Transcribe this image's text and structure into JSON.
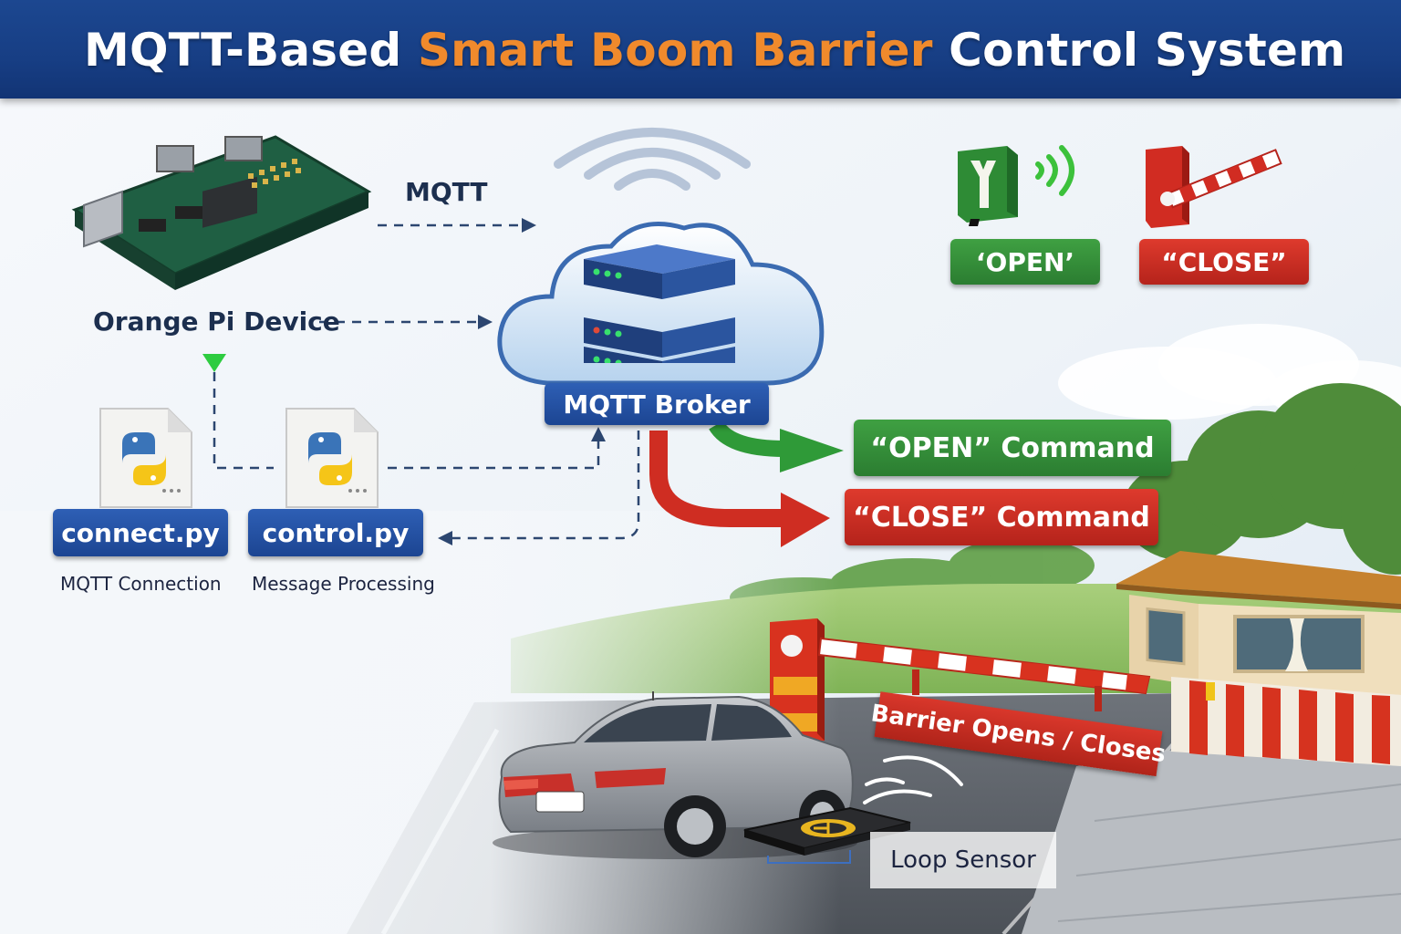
{
  "title": {
    "part1": "MQTT-Based ",
    "part2": "Smart Boom Barrier",
    "part3": " Control System"
  },
  "device": {
    "label": "Orange Pi Device",
    "protocol_label": "MQTT"
  },
  "broker": {
    "label": "MQTT Broker"
  },
  "scripts": [
    {
      "file": "connect.py",
      "caption": "MQTT Connection"
    },
    {
      "file": "control.py",
      "caption": "Message Processing"
    }
  ],
  "commands": {
    "open": "“OPEN” Command",
    "close": "“CLOSE” Command"
  },
  "legend": {
    "open": "‘OPEN’",
    "close": "“CLOSE”"
  },
  "scene": {
    "barrier_label": "Barrier Opens / Closes",
    "sensor_label": "Loop Sensor"
  },
  "colors": {
    "header": "#173e84",
    "accent_orange": "#f08a2c",
    "open_green": "#2e8b35",
    "close_red": "#c62a20",
    "label_blue": "#1f4a96"
  },
  "icons": [
    "board-icon",
    "wifi-icon",
    "server-icon",
    "python-file-icon",
    "gate-open-icon",
    "signal-icon",
    "boom-barrier-icon",
    "car-icon",
    "sensor-icon",
    "guard-booth-icon"
  ]
}
